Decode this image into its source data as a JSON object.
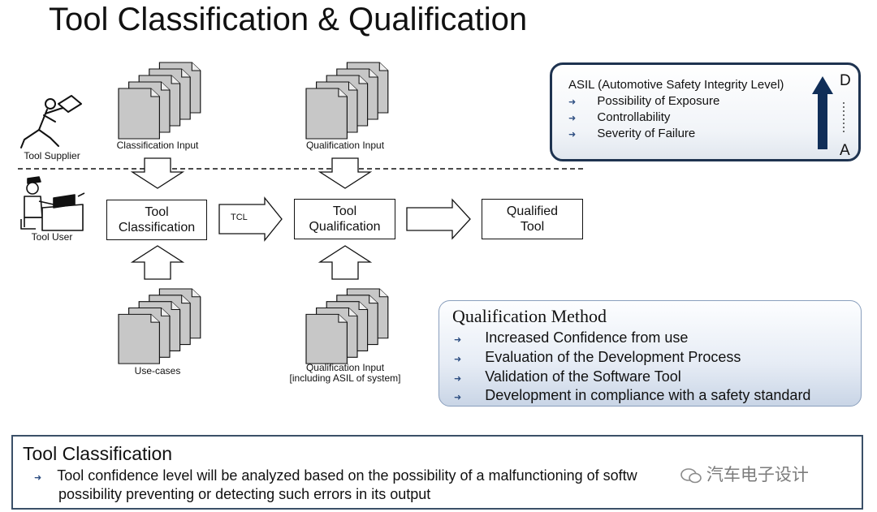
{
  "title": "Tool Classification & Qualification",
  "actors": {
    "supplier": "Tool Supplier",
    "user": "Tool User"
  },
  "inputs": {
    "classification": "Classification Input",
    "qualification": "Qualification Input",
    "use_cases": "Use-cases",
    "qualification_asil_line1": "Qualification Input",
    "qualification_asil_line2": "[including ASIL of system]"
  },
  "flow": {
    "classification_line1": "Tool",
    "classification_line2": "Classification",
    "tcl_label": "TCL",
    "qualification_line1": "Tool",
    "qualification_line2": "Qualification",
    "qualified_line1": "Qualified",
    "qualified_line2": "Tool"
  },
  "asil": {
    "title": "ASIL (Automotive Safety Integrity Level)",
    "items": [
      "Possibility of  Exposure",
      "Controllability",
      "Severity of Failure"
    ],
    "scale_top": "D",
    "scale_bottom": "A",
    "accent_color": "#102e58"
  },
  "method": {
    "title": "Qualification Method",
    "items": [
      "Increased Confidence from use",
      "Evaluation of the Development Process",
      "Validation of the Software Tool",
      "Development in compliance with a safety standard"
    ]
  },
  "bottom": {
    "title": "Tool Classification",
    "line1": "Tool confidence level will be analyzed based on the possibility of a malfunctioning of softw",
    "line2": "possibility preventing or detecting such errors in its output"
  },
  "watermark": "汽车电子设计",
  "bullet_glyph": "➜"
}
